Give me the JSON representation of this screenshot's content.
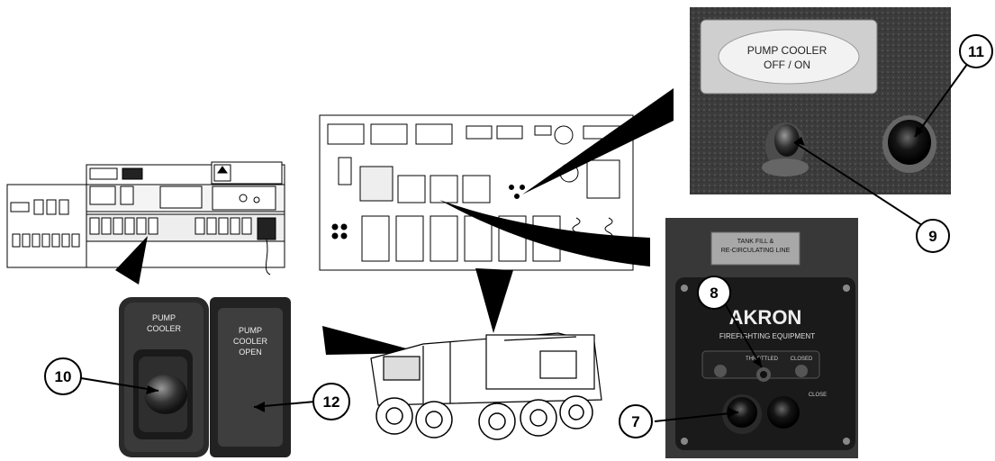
{
  "callouts": {
    "c7": "7",
    "c8": "8",
    "c9": "9",
    "c10": "10",
    "c11": "11",
    "c12": "12"
  },
  "labels": {
    "pump_cooler_off_on_line1": "PUMP COOLER",
    "pump_cooler_off_on_line2": "OFF / ON",
    "rocker_line1": "PUMP",
    "rocker_line2": "COOLER",
    "indicator_line1": "PUMP",
    "indicator_line2": "COOLER",
    "indicator_line3": "OPEN",
    "tank_fill_line1": "TANK FILL &",
    "tank_fill_line2": "RE-CIRCULATING LINE",
    "akron_brand": "AKRON",
    "akron_sub": "FIREFIGHTING EQUIPMENT",
    "throttled": "THROTTLED",
    "closed": "CLOSED",
    "close": "CLOSE"
  },
  "colors": {
    "photo_dark": "#2a2a2a",
    "photo_mid": "#4a4a4a",
    "line": "#000000"
  }
}
